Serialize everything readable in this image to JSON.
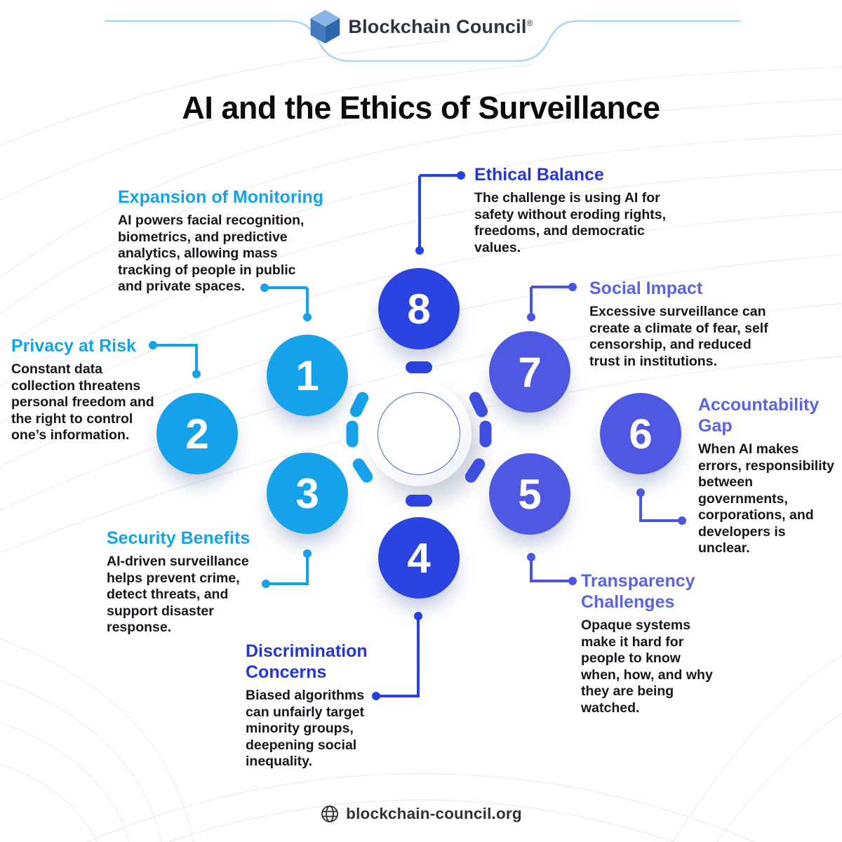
{
  "header": {
    "brand": "Blockchain Council",
    "registered_mark": "®",
    "logo_icon": "cube-icon"
  },
  "title": "AI and the Ethics of Surveillance",
  "colors": {
    "light_blue": "#14A2EA",
    "royal_blue": "#2B43E0",
    "purple_blue": "#4F58E2",
    "text_dark": "#15171C"
  },
  "sections": [
    {
      "num": "1",
      "heading": "Expansion of Monitoring",
      "body": "AI powers facial recognition, biometrics, and predictive analytics, allowing mass tracking of people in public and private spaces.",
      "palette": "light_blue"
    },
    {
      "num": "2",
      "heading": "Privacy at Risk",
      "body": "Constant data collection threatens personal freedom and the right to control one’s information.",
      "palette": "light_blue"
    },
    {
      "num": "3",
      "heading": "Security Benefits",
      "body": "AI-driven surveillance helps prevent crime, detect threats, and support disaster response.",
      "palette": "light_blue"
    },
    {
      "num": "4",
      "heading": "Discrimination Concerns",
      "body": "Biased algorithms can unfairly target minority groups, deepening social inequality.",
      "palette": "royal_blue"
    },
    {
      "num": "5",
      "heading": "Transparency Challenges",
      "body": "Opaque systems make it hard for people to know when, how, and why they are being watched.",
      "palette": "purple_blue"
    },
    {
      "num": "6",
      "heading": "Accountability Gap",
      "body": "When AI makes errors, responsibility between governments, corporations, and developers is unclear.",
      "palette": "purple_blue"
    },
    {
      "num": "7",
      "heading": "Social Impact",
      "body": "Excessive surveillance can create a climate of fear, self censorship, and reduced trust in institutions.",
      "palette": "purple_blue"
    },
    {
      "num": "8",
      "heading": "Ethical Balance",
      "body": "The challenge is using AI for safety without eroding rights, freedoms, and democratic values.",
      "palette": "royal_blue"
    }
  ],
  "footer": {
    "website": "blockchain-council.org",
    "icon": "globe-icon"
  }
}
